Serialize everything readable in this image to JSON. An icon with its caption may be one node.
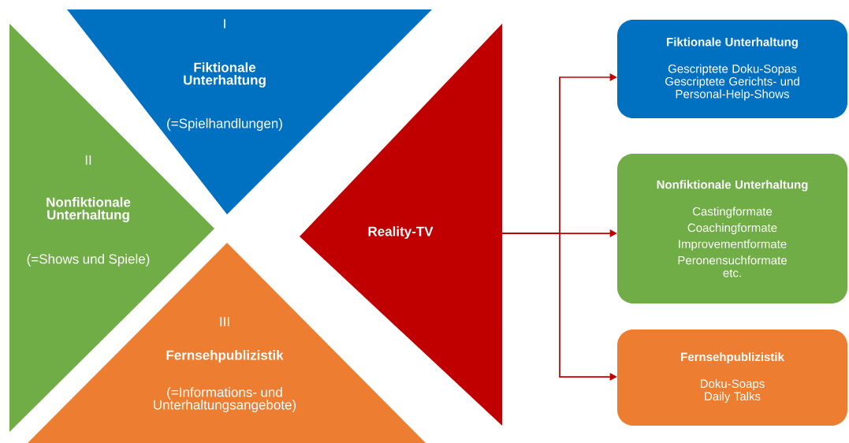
{
  "diagram": {
    "nodes": [
      {
        "text": [
          "I",
          "Fiktionale Unterhaltung",
          "(=Spielhandlungen)"
        ]
      },
      {
        "text": [
          "II",
          "Nonfiktionale Unterhaltung",
          "(=Shows und Spiele)"
        ]
      },
      {
        "text": [
          "III",
          "Fernsehpublizistik",
          "(=Informations- und Unterhaltungsangebote)"
        ]
      },
      {
        "text": [
          "Reality-TV"
        ]
      },
      {
        "text": [
          "Fiktionale Unterhaltung",
          "Gescriptete Doku-Sopas",
          "Gescriptete Gerichts- und Personal-Help-Shows"
        ]
      },
      {
        "text": [
          "Nonfiktionale Unterhaltung",
          "Castingformate",
          "Coachingformate",
          "Improvementformate",
          "Peronensuchformate",
          "etc."
        ]
      },
      {
        "text": [
          "Fernsehpublizistik",
          "Doku-Soaps",
          "Daily Talks"
        ]
      }
    ],
    "edges": [
      {
        "from": 3,
        "to": 4,
        "arrow": "to"
      },
      {
        "from": 3,
        "to": 5,
        "arrow": "to"
      },
      {
        "from": 3,
        "to": 6,
        "arrow": "to"
      }
    ]
  }
}
